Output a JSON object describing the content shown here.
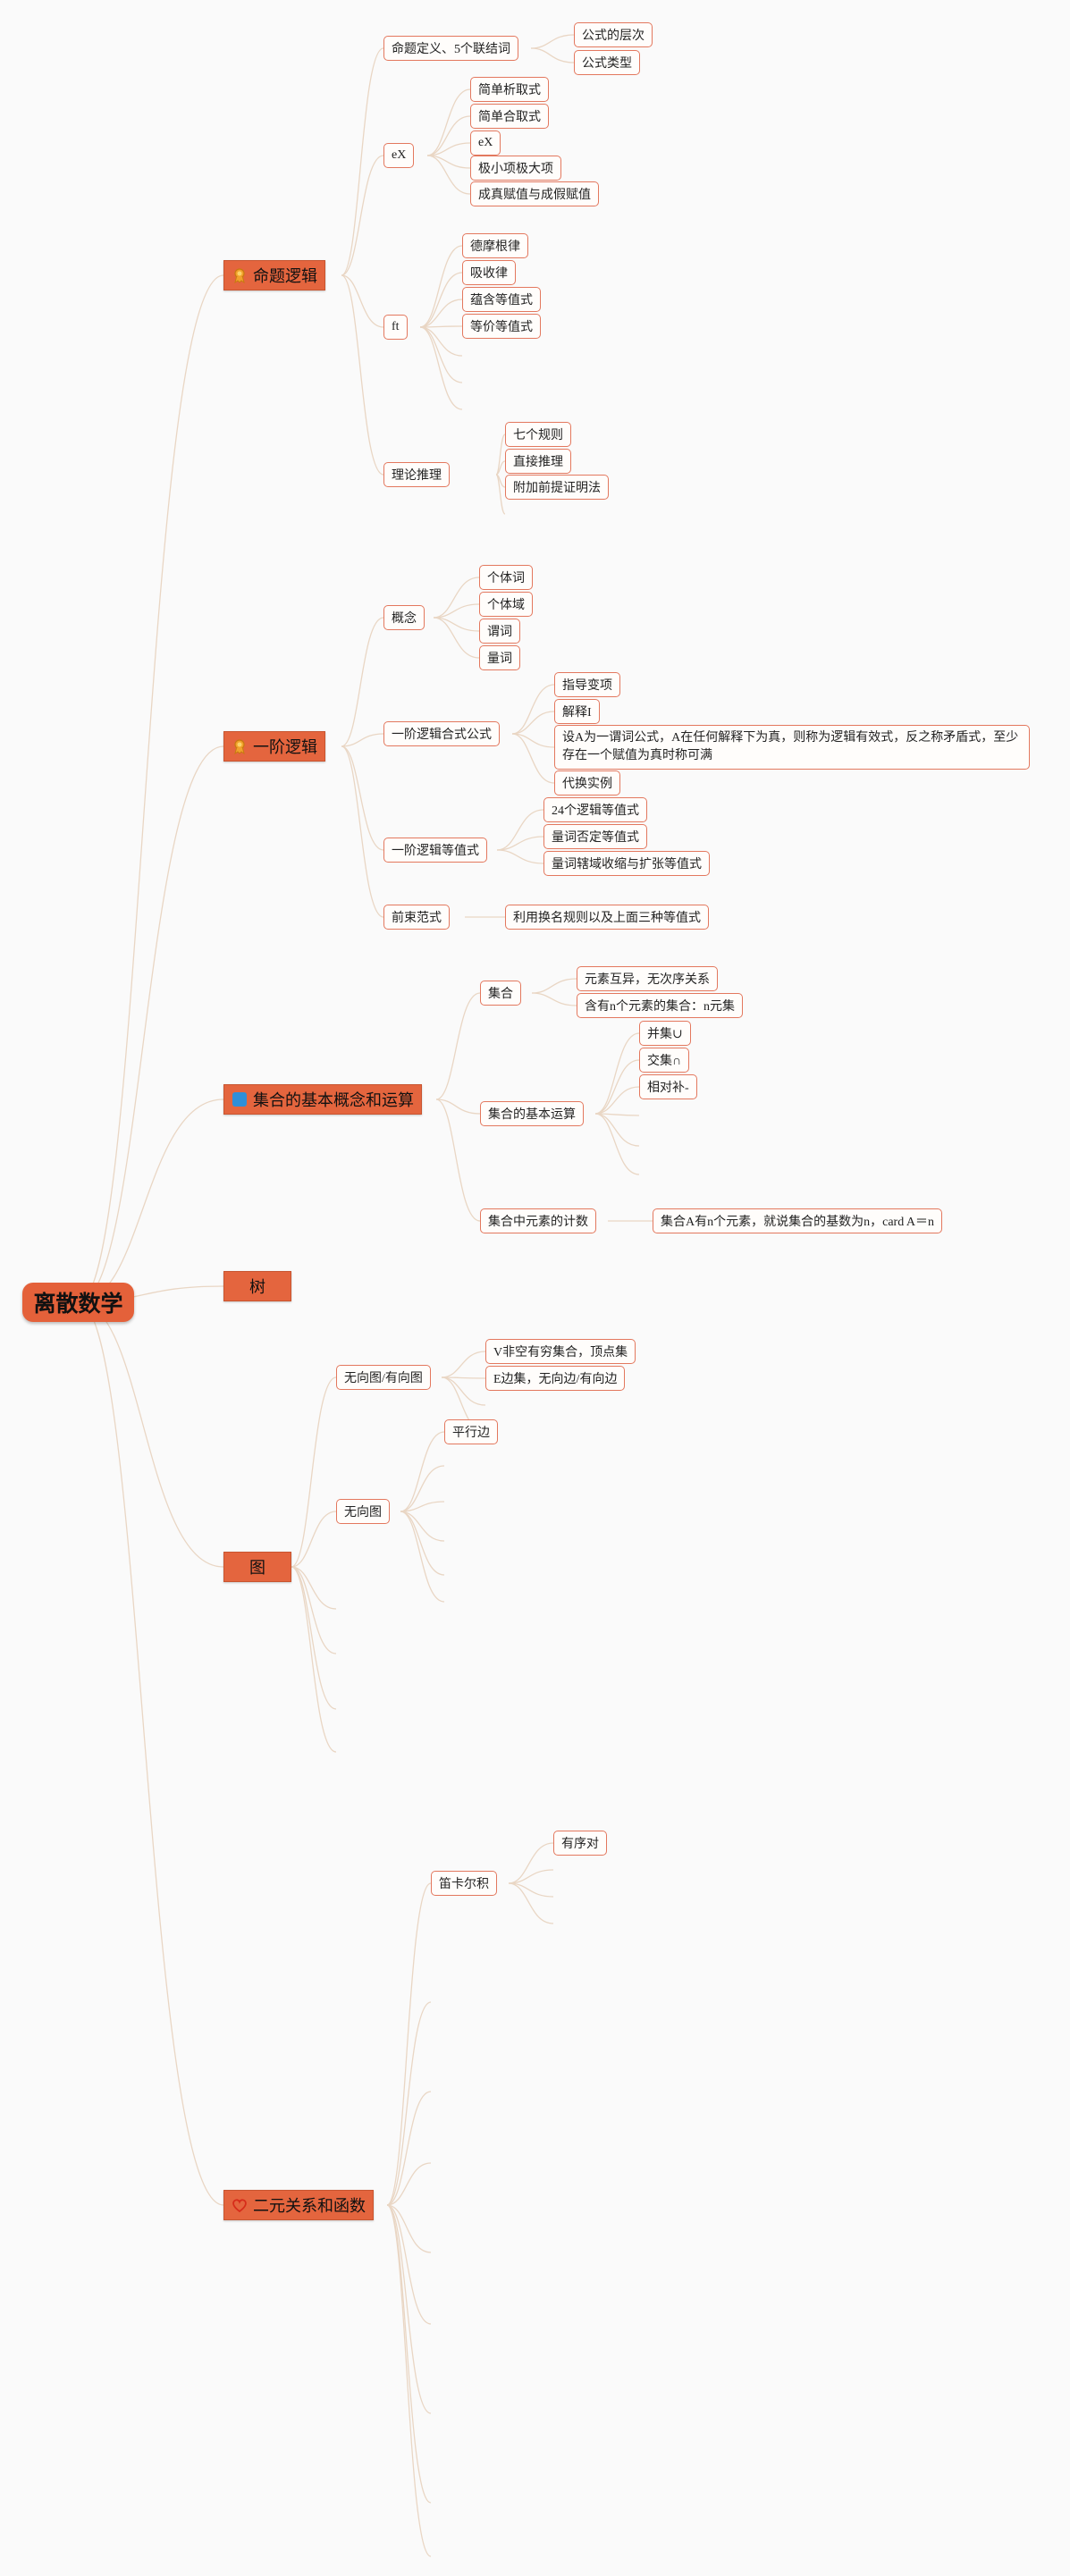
{
  "root": "离散数学",
  "branches": {
    "prop": {
      "label": "命题逻辑",
      "icon": "award-ribbon-icon",
      "items": {
        "def": {
          "label": "命题定义、5个联结词",
          "children": [
            "公式的层次",
            "公式类型"
          ]
        },
        "ex": {
          "label": "eX",
          "children": [
            "简单析取式",
            "简单合取式",
            "eX",
            "极小项极大项",
            "成真赋值与成假赋值"
          ]
        },
        "ft": {
          "label": "ft",
          "children": [
            "德摩根律",
            "吸收律",
            "蕴含等值式",
            "等价等值式"
          ]
        },
        "inf": {
          "label": "理论推理",
          "children": [
            "七个规则",
            "直接推理",
            "附加前提证明法"
          ]
        }
      }
    },
    "first": {
      "label": "一阶逻辑",
      "icon": "award-ribbon-icon",
      "items": {
        "concept": {
          "label": "概念",
          "children": [
            "个体词",
            "个体域",
            "谓词",
            "量词"
          ]
        },
        "formula": {
          "label": "一阶逻辑合式公式",
          "children": [
            "指导变项",
            "解释I",
            "设A为一谓词公式，A在任何解释下为真，则称为逻辑有效式，反之称矛盾式，至少存在一个赋值为真时称可满",
            "代换实例"
          ]
        },
        "equiv": {
          "label": "一阶逻辑等值式",
          "children": [
            "24个逻辑等值式",
            "量词否定等值式",
            "量词辖域收缩与扩张等值式"
          ]
        },
        "prenex": {
          "label": "前束范式",
          "children": [
            "利用换名规则以及上面三种等值式"
          ]
        }
      }
    },
    "set": {
      "label": "集合的基本概念和运算",
      "icon": "blue-square-icon",
      "items": {
        "set": {
          "label": "集合",
          "children": [
            "元素互异，无次序关系",
            "含有n个元素的集合：n元集"
          ]
        },
        "ops": {
          "label": "集合的基本运算",
          "children": [
            "并集∪",
            "交集∩",
            "相对补-"
          ]
        },
        "count": {
          "label": "集合中元素的计数",
          "children": [
            "集合A有n个元素，就说集合的基数为n，card A＝n"
          ]
        }
      }
    },
    "tree": {
      "label": "树"
    },
    "graph": {
      "label": "图",
      "items": {
        "ud": {
          "label": "无向图/有向图",
          "children": [
            "V非空有穷集合，顶点集",
            "E边集，无向边/有向边"
          ]
        },
        "u": {
          "label": "无向图",
          "children": [
            "平行边"
          ]
        }
      }
    },
    "rel": {
      "label": "二元关系和函数",
      "icon": "heart-icon",
      "items": {
        "cart": {
          "label": "笛卡尔积",
          "children": [
            "有序对"
          ]
        }
      }
    }
  },
  "colors": {
    "node": "#e4653e",
    "border": "#e3785e",
    "link": "#e9d6c4"
  }
}
